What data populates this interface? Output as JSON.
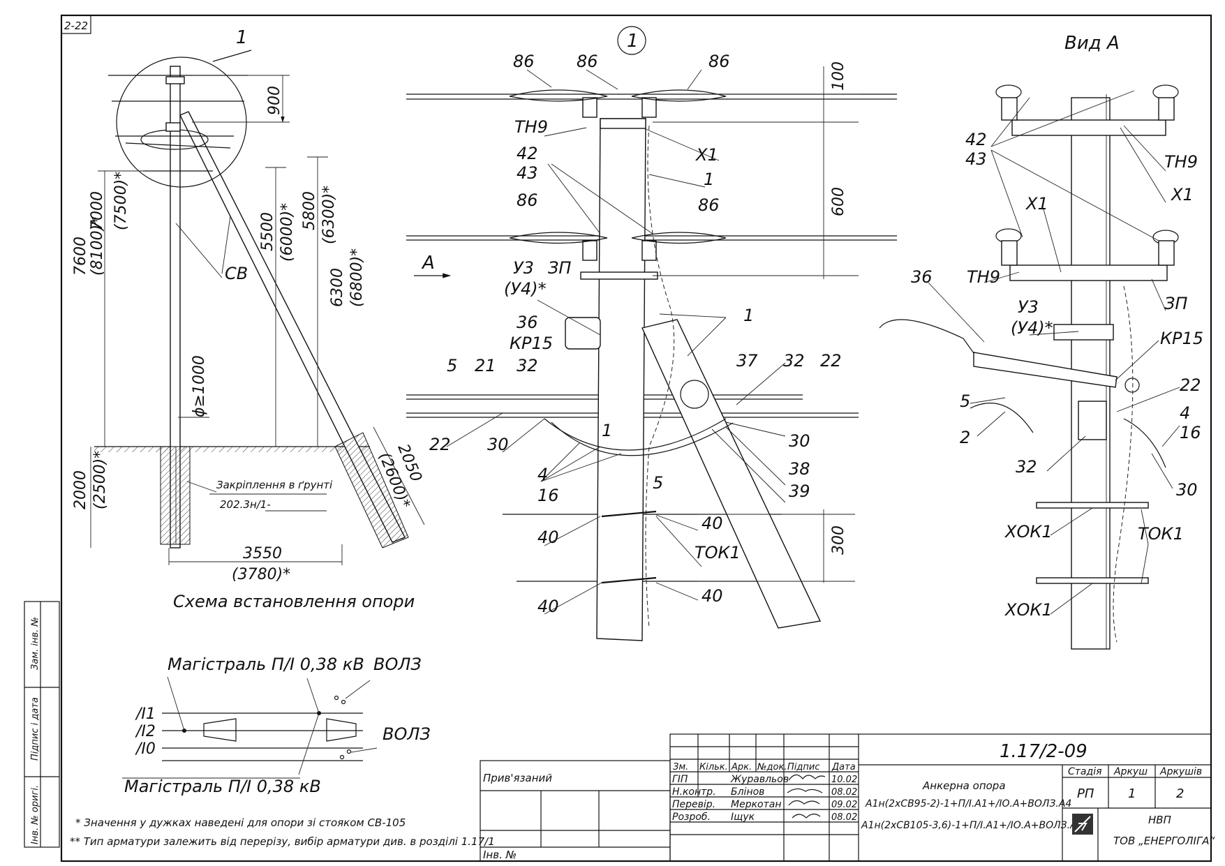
{
  "sheet_code": "2-22",
  "left_scheme": {
    "callout": "1",
    "dims": {
      "d900": "900",
      "d7600": "7600",
      "d8100": "(8100)*",
      "d7000": "7000",
      "d7500": "(7500)*",
      "d5500": "5500",
      "d6000": "(6000)*",
      "d5800": "5800",
      "d6300p": "(6300)*",
      "d6300": "6300",
      "d6800": "(6800)*",
      "d2000": "2000",
      "d2500": "(2500)*",
      "d2050": "2050",
      "d2600": "(2600)*",
      "d3550": "3550",
      "d3780": "(3780)*",
      "phi": "ϕ≥1000"
    },
    "cb_label": "СВ",
    "soil_fix": "Закріплення в ґрунті",
    "soil_code": "202.3н/1-",
    "title": "Схема встановлення опори"
  },
  "detail": {
    "callout": "1",
    "view_arrow": "А",
    "labels": {
      "l86a": "86",
      "l86b": "86",
      "l86c": "86",
      "l86d": "86",
      "l86e": "86",
      "tn9": "ТН9",
      "x1": "Х1",
      "one_a": "1",
      "one_b": "1",
      "one_c": "1",
      "l42": "42",
      "l43": "43",
      "u3": "У3",
      "u4": "(У4)*",
      "zp": "ЗП",
      "l36": "36",
      "kr15": "КР15",
      "l32a": "32",
      "l32b": "32",
      "l5a": "5",
      "l5b": "5",
      "l21": "21",
      "l37": "37",
      "l22a": "22",
      "l22b": "22",
      "l30a": "30",
      "l30b": "30",
      "l38": "38",
      "l39": "39",
      "l4": "4",
      "l16": "16",
      "l40a": "40",
      "l40b": "40",
      "l40c": "40",
      "l40d": "40",
      "tok1": "ТОК1"
    },
    "dims": {
      "d100": "100",
      "d600": "600",
      "d300": "300"
    }
  },
  "view_a": {
    "title": "Вид А",
    "labels": {
      "l42": "42",
      "l43": "43",
      "tn9a": "ТН9",
      "x1a": "Х1",
      "x1b": "Х1",
      "tn9b": "ТН9",
      "l36": "36",
      "u3": "У3",
      "u4": "(У4)*",
      "zp": "ЗП",
      "kr15": "КР15",
      "l22": "22",
      "l5": "5",
      "l2": "2",
      "l4": "4",
      "l16": "16",
      "l32": "32",
      "l30": "30",
      "xok1a": "ХОК1",
      "xok1b": "ХОК1",
      "tok1": "ТОК1"
    }
  },
  "line_scheme": {
    "title_top": "Магістраль П/І 0,38 кВ",
    "title_bottom": "Магістраль П/І 0,38 кВ",
    "vols_a": "ВОЛЗ",
    "vols_b": "ВОЛЗ",
    "l1": "/І1",
    "l2": "/І2",
    "l0": "/І0"
  },
  "notes": [
    "* Значення у дужках наведені для опори зі стояком СВ-105",
    "** Тип арматури залежить від перерізу, вибір арматури див. в розділі 1.17/1"
  ],
  "side_stamp": {
    "zam_inv": "Зам. інв. №",
    "pidpys": "Підпис і дата",
    "inv_orig": "Інв. № оригі."
  },
  "title_block": {
    "pryviazanyi": "Прив'язаний",
    "inv_no": "Інв. №",
    "doc_code": "1.17/2-09",
    "headers": [
      "Зм.",
      "Кільк.",
      "Арк.",
      "№док.",
      "Підпис",
      "Дата"
    ],
    "rows": [
      {
        "role": "ГІП",
        "name": "Журавльов",
        "date": "10.02"
      },
      {
        "role": "Н.контр.",
        "name": "Блінов",
        "date": "08.02"
      },
      {
        "role": "Перевір.",
        "name": "Меркотан",
        "date": "09.02"
      },
      {
        "role": "Розроб.",
        "name": "Іщук",
        "date": "08.02"
      }
    ],
    "desc": [
      "Анкерна опора",
      "А1н(2хСВ95-2)-1+П/І.А1+/ІО.А+ВОЛЗ.А4",
      "А1н(2хСВ105-3,6)-1+П/І.А1+/ІО.А+ВОЛЗ.А4"
    ],
    "stage_h": "Стадія",
    "sheet_h": "Аркуш",
    "sheets_h": "Аркушів",
    "stage": "РП",
    "sheet": "1",
    "sheets": "2",
    "org1": "НВП",
    "org2": "ТОВ „ЕНЕРГОЛІГА“"
  }
}
